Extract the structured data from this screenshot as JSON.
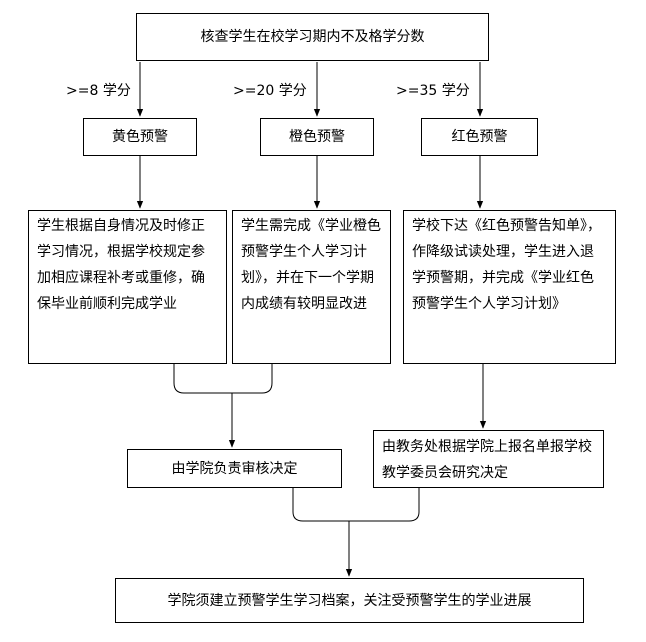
{
  "top_box": "核查学生在校学习期内不及格学分数",
  "branches": [
    {
      "threshold": ">=8 学分",
      "level": "黄色预警",
      "action": "学生根据自身情况及时修正学习情况，根据学校规定参加相应课程补考或重修，确保毕业前顺利完成学业"
    },
    {
      "threshold": ">=20 学分",
      "level": "橙色预警",
      "action": "学生需完成《学业橙色预警学生个人学习计划》，并在下一个学期内成绩有较明显改进"
    },
    {
      "threshold": ">=35 学分",
      "level": "红色预警",
      "action": "学校下达《红色预警告知单》，作降级试读处理，学生进入退学预警期，并完成《学业红色预警学生个人学习计划》"
    }
  ],
  "college_review": "由学院负责审核决定",
  "university_review": "由教务处根据学院上报名单报学校教学委员会研究决定",
  "final_box": "学院须建立预警学生学习档案，关注受预警学生的学业进展"
}
